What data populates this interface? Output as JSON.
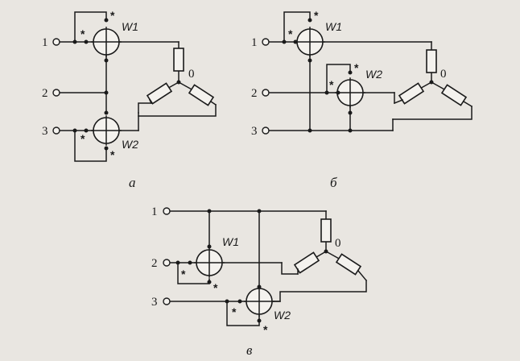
{
  "terminals": {
    "t1": "1",
    "t2": "2",
    "t3": "3"
  },
  "meters": {
    "w1": "W1",
    "w2": "W2"
  },
  "star": "*",
  "neutral": "0",
  "captions": {
    "a": "а",
    "b": "б",
    "c": "в"
  }
}
